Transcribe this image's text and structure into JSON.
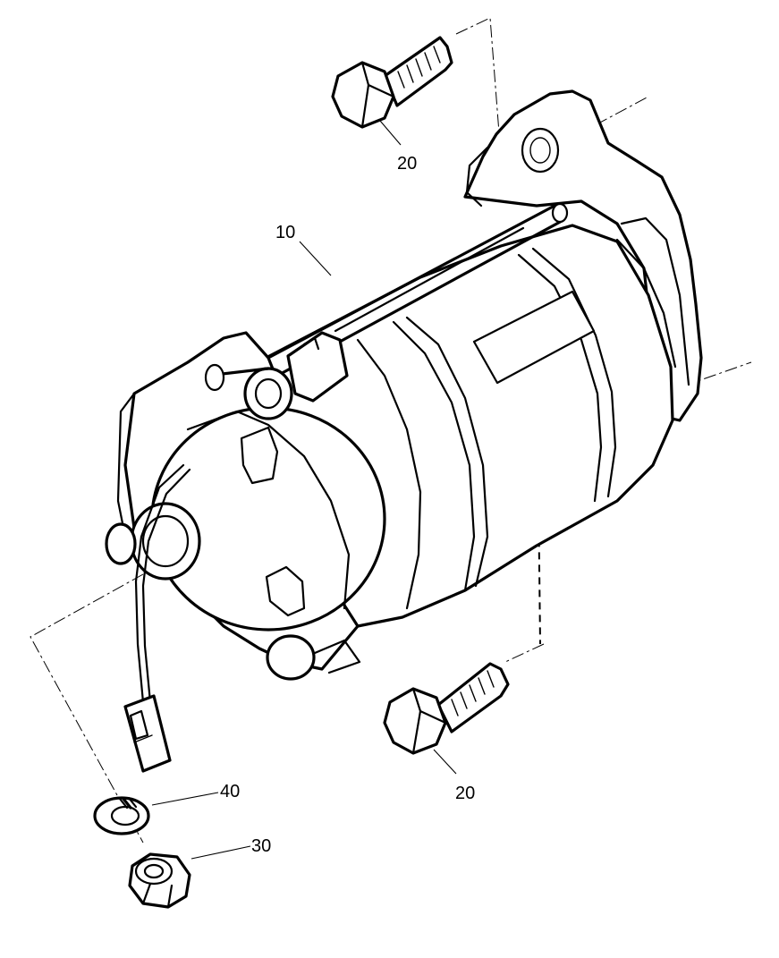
{
  "diagram": {
    "callouts": {
      "starter_motor": "10",
      "bolt_upper": "20",
      "bolt_lower": "20",
      "nut": "30",
      "lock_washer": "40"
    }
  }
}
